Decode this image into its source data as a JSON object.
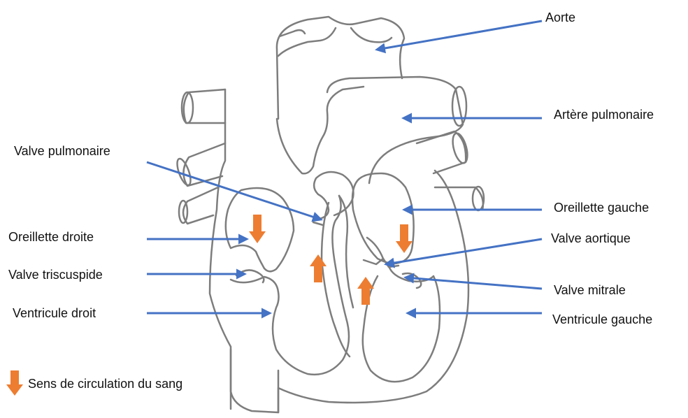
{
  "labels": {
    "aorta": "Aorte",
    "pulmonary_artery": "Artère pulmonaire",
    "pulmonary_valve": "Valve pulmonaire",
    "left_atrium": "Oreillette gauche",
    "right_atrium": "Oreillette droite",
    "aortic_valve": "Valve aortique",
    "tricuspid_valve": "Valve triscuspide",
    "mitral_valve": "Valve mitrale",
    "right_ventricle": "Ventricule droit",
    "left_ventricle": "Ventricule gauche"
  },
  "legend": {
    "flow_label": "Sens de circulation du sang"
  },
  "colors": {
    "pointer_arrow": "#4472c4",
    "flow_arrow": "#ed7d31",
    "heart_outline": "#7d7d7d"
  }
}
